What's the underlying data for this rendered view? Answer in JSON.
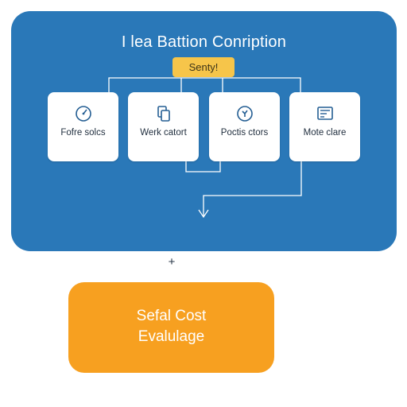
{
  "diagram": {
    "title": "I lea Battion Conription",
    "badge": "Senty!",
    "cards": [
      {
        "label": "Fofre solcs",
        "icon": "gauge-icon"
      },
      {
        "label": "Werk catort",
        "icon": "documents-icon"
      },
      {
        "label": "Poctis ctors",
        "icon": "dial-icon"
      },
      {
        "label": "Mote clare",
        "icon": "list-icon"
      }
    ],
    "plus": "+",
    "result": {
      "line1": "Sefal Cost",
      "line2": "Evalulage"
    }
  },
  "colors": {
    "panel": "#2a78b8",
    "badge": "#f6c54a",
    "result": "#f7a020",
    "icon": "#245e93"
  }
}
